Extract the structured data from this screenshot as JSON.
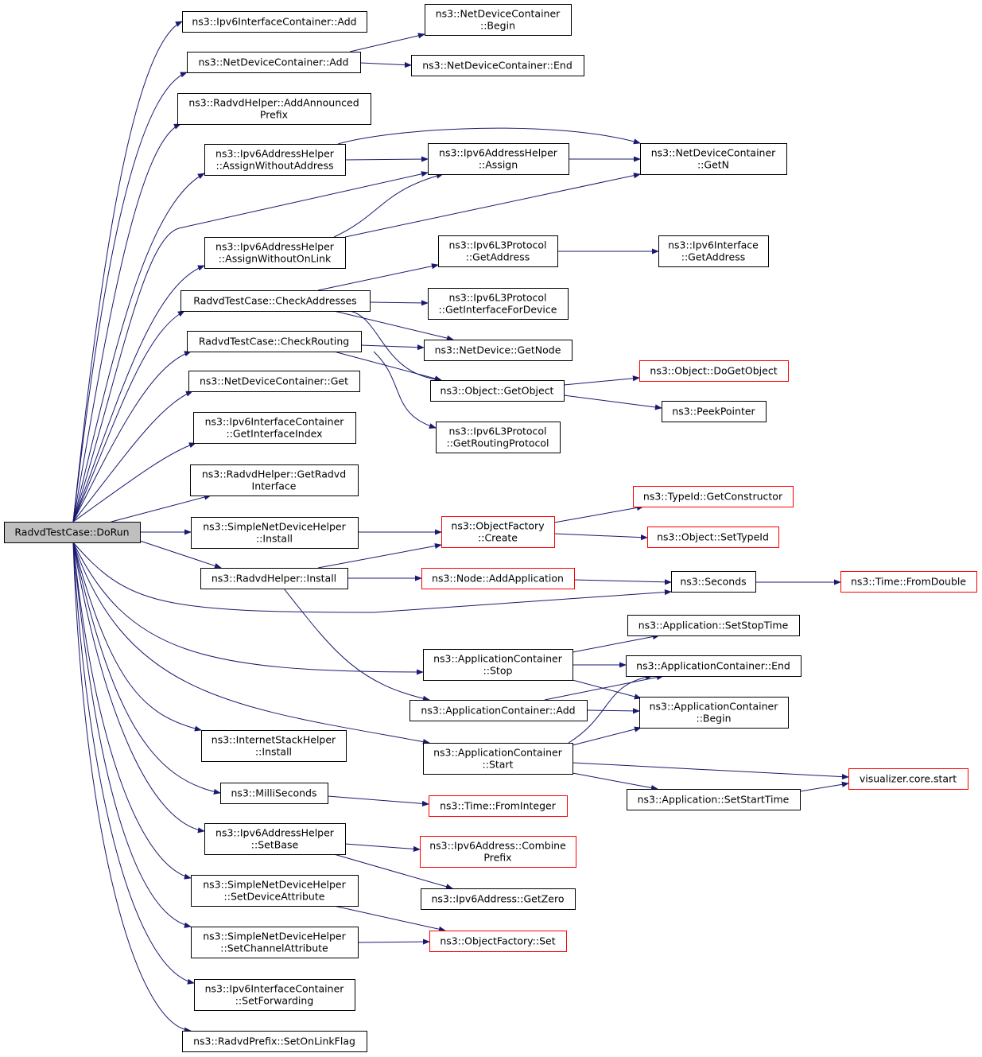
{
  "root": {
    "id": "dorun",
    "label": [
      "RadvdTestCase::DoRun"
    ]
  },
  "nodes": [
    {
      "id": "ipv6ic_add",
      "label": [
        "ns3::Ipv6InterfaceContainer::Add"
      ]
    },
    {
      "id": "ndc_add",
      "label": [
        "ns3::NetDeviceContainer::Add"
      ]
    },
    {
      "id": "ndc_begin",
      "label": [
        "ns3::NetDeviceContainer",
        "::Begin"
      ]
    },
    {
      "id": "ndc_end",
      "label": [
        "ns3::NetDeviceContainer::End"
      ]
    },
    {
      "id": "radvd_addprefix",
      "label": [
        "ns3::RadvdHelper::AddAnnounced",
        "Prefix"
      ]
    },
    {
      "id": "assign_wo_addr",
      "label": [
        "ns3::Ipv6AddressHelper",
        "::AssignWithoutAddress"
      ]
    },
    {
      "id": "assign",
      "label": [
        "ns3::Ipv6AddressHelper",
        "::Assign"
      ]
    },
    {
      "id": "ndc_getn",
      "label": [
        "ns3::NetDeviceContainer",
        "::GetN"
      ]
    },
    {
      "id": "assign_wo_onlink",
      "label": [
        "ns3::Ipv6AddressHelper",
        "::AssignWithoutOnLink"
      ]
    },
    {
      "id": "l3_getaddress",
      "label": [
        "ns3::Ipv6L3Protocol",
        "::GetAddress"
      ]
    },
    {
      "id": "iface_getaddress",
      "label": [
        "ns3::Ipv6Interface",
        "::GetAddress"
      ]
    },
    {
      "id": "check_addresses",
      "label": [
        "RadvdTestCase::CheckAddresses"
      ]
    },
    {
      "id": "l3_getiface",
      "label": [
        "ns3::Ipv6L3Protocol",
        "::GetInterfaceForDevice"
      ]
    },
    {
      "id": "check_routing",
      "label": [
        "RadvdTestCase::CheckRouting"
      ]
    },
    {
      "id": "nd_getnode",
      "label": [
        "ns3::NetDevice::GetNode"
      ]
    },
    {
      "id": "obj_dogetobject",
      "label": [
        "ns3::Object::DoGetObject"
      ],
      "red": true
    },
    {
      "id": "ndc_get",
      "label": [
        "ns3::NetDeviceContainer::Get"
      ]
    },
    {
      "id": "obj_getobject",
      "label": [
        "ns3::Object::GetObject"
      ]
    },
    {
      "id": "peekpointer",
      "label": [
        "ns3::PeekPointer"
      ]
    },
    {
      "id": "ipv6ic_getidx",
      "label": [
        "ns3::Ipv6InterfaceContainer",
        "::GetInterfaceIndex"
      ]
    },
    {
      "id": "l3_getrouting",
      "label": [
        "ns3::Ipv6L3Protocol",
        "::GetRoutingProtocol"
      ]
    },
    {
      "id": "radvd_getiface",
      "label": [
        "ns3::RadvdHelper::GetRadvd",
        "Interface"
      ]
    },
    {
      "id": "typeid_getctor",
      "label": [
        "ns3::TypeId::GetConstructor"
      ],
      "red": true
    },
    {
      "id": "sndh_install",
      "label": [
        "ns3::SimpleNetDeviceHelper",
        "::Install"
      ]
    },
    {
      "id": "of_create",
      "label": [
        "ns3::ObjectFactory",
        "::Create"
      ],
      "red": true
    },
    {
      "id": "obj_settypeid",
      "label": [
        "ns3::Object::SetTypeId"
      ],
      "red": true
    },
    {
      "id": "radvd_install",
      "label": [
        "ns3::RadvdHelper::Install"
      ]
    },
    {
      "id": "node_addapp",
      "label": [
        "ns3::Node::AddApplication"
      ],
      "red": true
    },
    {
      "id": "seconds",
      "label": [
        "ns3::Seconds"
      ]
    },
    {
      "id": "time_fromdouble",
      "label": [
        "ns3::Time::FromDouble"
      ],
      "red": true
    },
    {
      "id": "app_setstop",
      "label": [
        "ns3::Application::SetStopTime"
      ]
    },
    {
      "id": "ac_stop",
      "label": [
        "ns3::ApplicationContainer",
        "::Stop"
      ]
    },
    {
      "id": "ac_end",
      "label": [
        "ns3::ApplicationContainer::End"
      ]
    },
    {
      "id": "ac_add",
      "label": [
        "ns3::ApplicationContainer::Add"
      ]
    },
    {
      "id": "ac_begin",
      "label": [
        "ns3::ApplicationContainer",
        "::Begin"
      ]
    },
    {
      "id": "ish_install",
      "label": [
        "ns3::InternetStackHelper",
        "::Install"
      ]
    },
    {
      "id": "ac_start",
      "label": [
        "ns3::ApplicationContainer",
        "::Start"
      ]
    },
    {
      "id": "vis_start",
      "label": [
        "visualizer.core.start"
      ],
      "red": true
    },
    {
      "id": "milliseconds",
      "label": [
        "ns3::MilliSeconds"
      ]
    },
    {
      "id": "app_setstart",
      "label": [
        "ns3::Application::SetStartTime"
      ]
    },
    {
      "id": "time_fromint",
      "label": [
        "ns3::Time::FromInteger"
      ],
      "red": true
    },
    {
      "id": "ah_setbase",
      "label": [
        "ns3::Ipv6AddressHelper",
        "::SetBase"
      ]
    },
    {
      "id": "addr_combine",
      "label": [
        "ns3::Ipv6Address::Combine",
        "Prefix"
      ],
      "red": true
    },
    {
      "id": "sndh_setdevattr",
      "label": [
        "ns3::SimpleNetDeviceHelper",
        "::SetDeviceAttribute"
      ]
    },
    {
      "id": "addr_getzero",
      "label": [
        "ns3::Ipv6Address::GetZero"
      ]
    },
    {
      "id": "sndh_setchanattr",
      "label": [
        "ns3::SimpleNetDeviceHelper",
        "::SetChannelAttribute"
      ]
    },
    {
      "id": "of_set",
      "label": [
        "ns3::ObjectFactory::Set"
      ],
      "red": true
    },
    {
      "id": "ipv6ic_setfwd",
      "label": [
        "ns3::Ipv6InterfaceContainer",
        "::SetForwarding"
      ]
    },
    {
      "id": "radvdprefix_setonlink",
      "label": [
        "ns3::RadvdPrefix::SetOnLinkFlag"
      ]
    }
  ],
  "colors": {
    "edge": "#191970",
    "box": "#000000",
    "red_box": "#ff0000",
    "root_fill": "#bfbfbf"
  }
}
